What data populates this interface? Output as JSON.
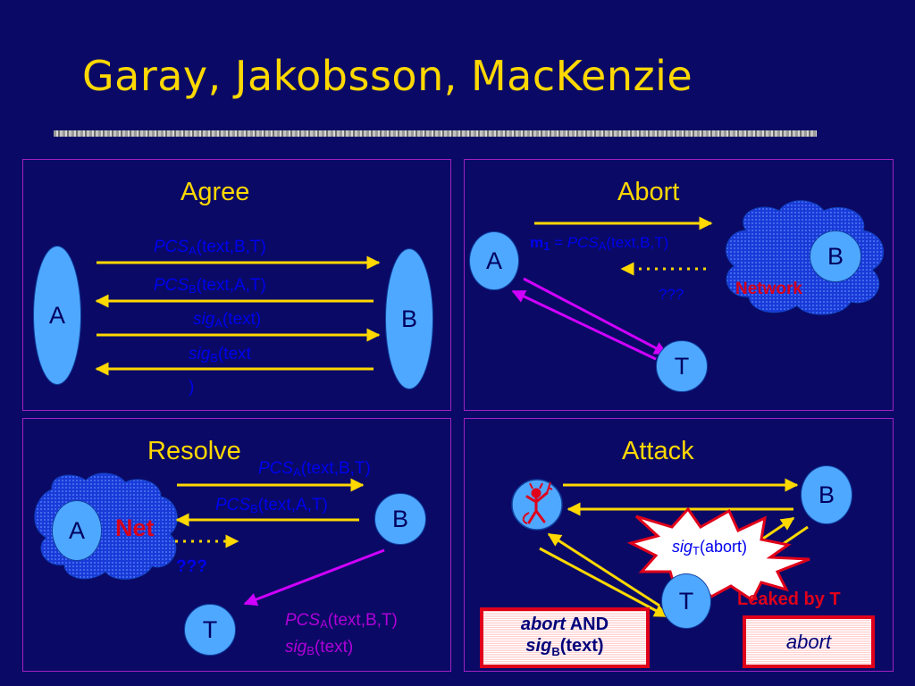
{
  "slide": {
    "title": "Garay, Jakobsson, MacKenzie"
  },
  "agree": {
    "title": "Agree",
    "party_a": "A",
    "party_b": "B",
    "msg1": {
      "pre": "PCS",
      "sub": "A",
      "post": "(text,B,T)"
    },
    "msg2": {
      "pre": "PCS",
      "sub": "B",
      "post": "(text,A,T)"
    },
    "msg3": {
      "pre": "sig",
      "sub": "A",
      "post": "(text)"
    },
    "msg4": {
      "pre": "sig",
      "sub": "B",
      "post": "(text",
      "wrap": ")"
    }
  },
  "abort": {
    "title": "Abort",
    "party_a": "A",
    "party_b": "B",
    "party_t": "T",
    "m1_label": "m",
    "m1_sub": "1",
    "m1_eq": " = ",
    "msg1": {
      "pre": "PCS",
      "sub": "A",
      "post": "(text,B,T)"
    },
    "question": "???",
    "network": "Network"
  },
  "resolve": {
    "title": "Resolve",
    "party_a": "A",
    "party_b": "B",
    "party_t": "T",
    "net": "Net",
    "question": "???",
    "msg1": {
      "pre": "PCS",
      "sub": "A",
      "post": "(text,B,T)"
    },
    "msg2": {
      "pre": "PCS",
      "sub": "B",
      "post": "(text,A,T)"
    },
    "to_t_1": {
      "pre": "PCS",
      "sub": "A",
      "post": "(text,B,T)"
    },
    "to_t_2": {
      "pre": "sig",
      "sub": "B",
      "post": "(text)"
    }
  },
  "attack": {
    "title": "Attack",
    "party_b": "B",
    "party_t": "T",
    "sig_t": {
      "pre": "sig",
      "sub": "T",
      "post": "(abort)"
    },
    "leaked": "Leaked by T",
    "box1": {
      "italic": "abort",
      "and": " AND",
      "pre": "sig",
      "sub": "B",
      "post": "(text)"
    },
    "box2": "abort"
  },
  "colors": {
    "background": "#0a0a66",
    "title": "#ffd800",
    "arrow": "#ffd800",
    "node": "#4fa8ff",
    "message": "#0000ee",
    "magenta": "#b000d8",
    "red": "#e0001a"
  }
}
